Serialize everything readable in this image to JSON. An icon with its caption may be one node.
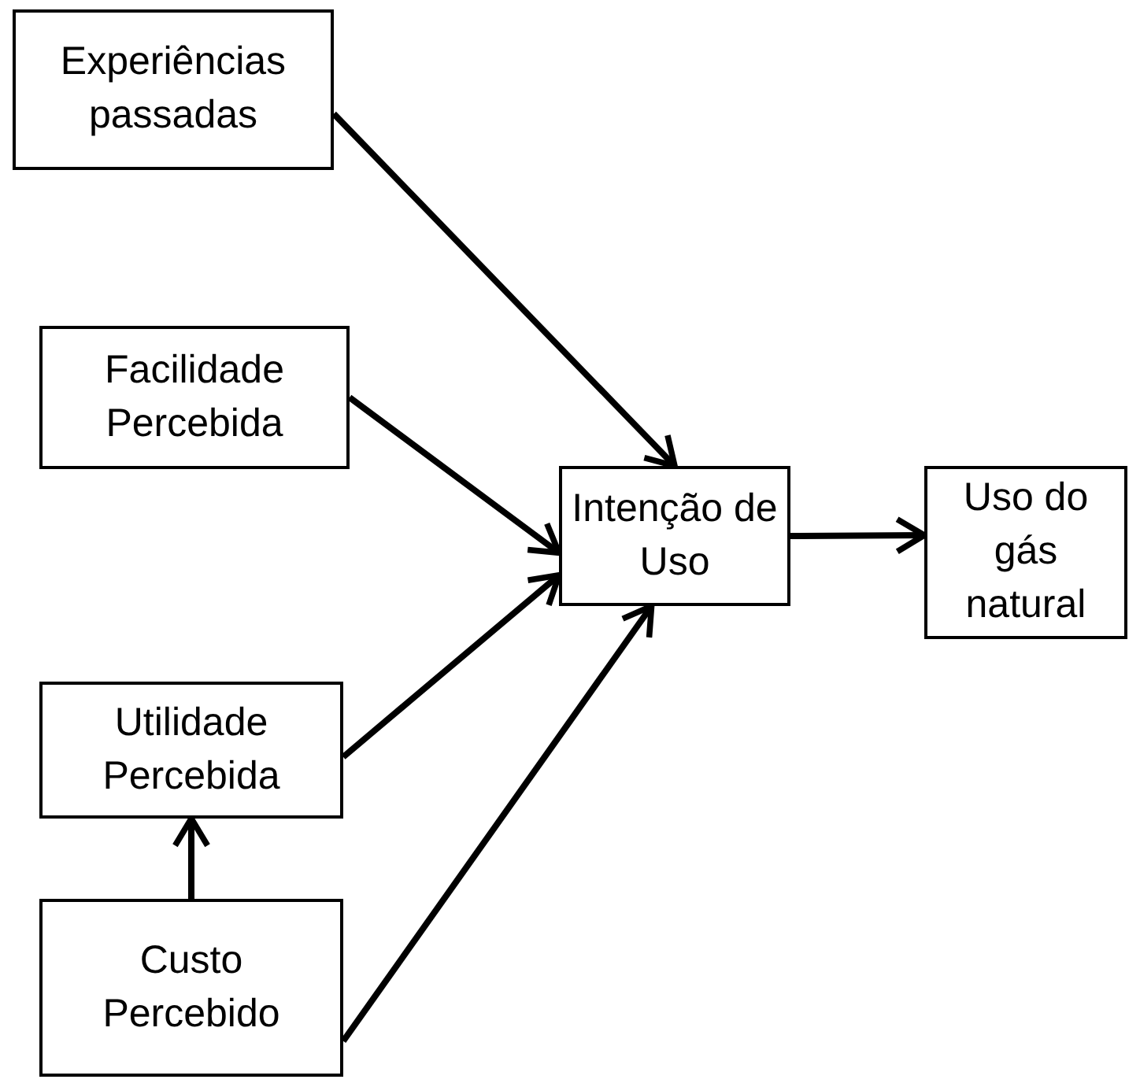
{
  "diagram": {
    "nodes": [
      {
        "text": [
          "Experiências passadas"
        ]
      },
      {
        "text": [
          "Facilidade Percebida"
        ]
      },
      {
        "text": [
          "Intenção de Uso"
        ]
      },
      {
        "text": [
          "Uso do gás natural"
        ]
      },
      {
        "text": [
          "Utilidade Percebida"
        ]
      },
      {
        "text": [
          "Custo Percebido"
        ]
      }
    ],
    "edges": [
      {
        "from": 0,
        "to": 2,
        "arrow": "to"
      },
      {
        "from": 1,
        "to": 2,
        "arrow": "to"
      },
      {
        "from": 4,
        "to": 2,
        "arrow": "to"
      },
      {
        "from": 5,
        "to": 2,
        "arrow": "to"
      },
      {
        "from": 2,
        "to": 3,
        "arrow": "to"
      },
      {
        "from": 5,
        "to": 4,
        "arrow": "to"
      }
    ]
  }
}
